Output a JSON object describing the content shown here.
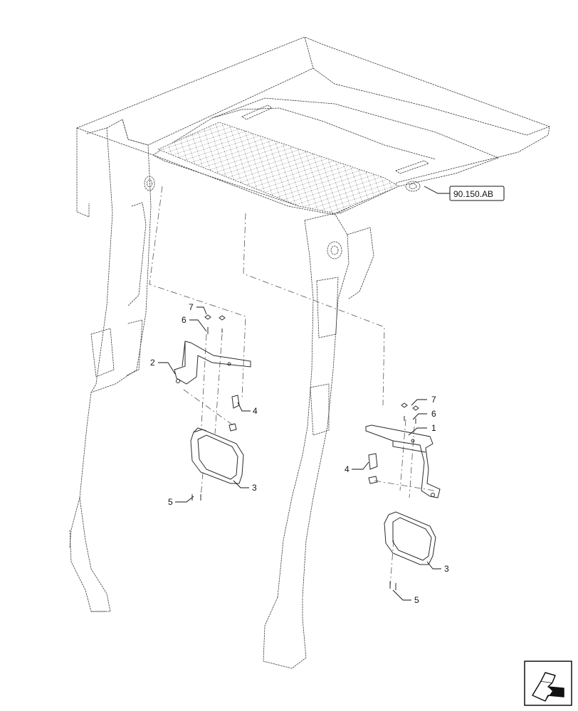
{
  "callouts": {
    "left": {
      "n7": "7",
      "n6": "6",
      "n2": "2",
      "n4": "4",
      "n3": "3",
      "n5": "5"
    },
    "right": {
      "n7": "7",
      "n6": "6",
      "n1": "1",
      "n4": "4",
      "n3": "3",
      "n5": "5"
    }
  },
  "reference": {
    "label": "90.150.AB"
  },
  "nav_icon": "page-turn-arrow-icon"
}
